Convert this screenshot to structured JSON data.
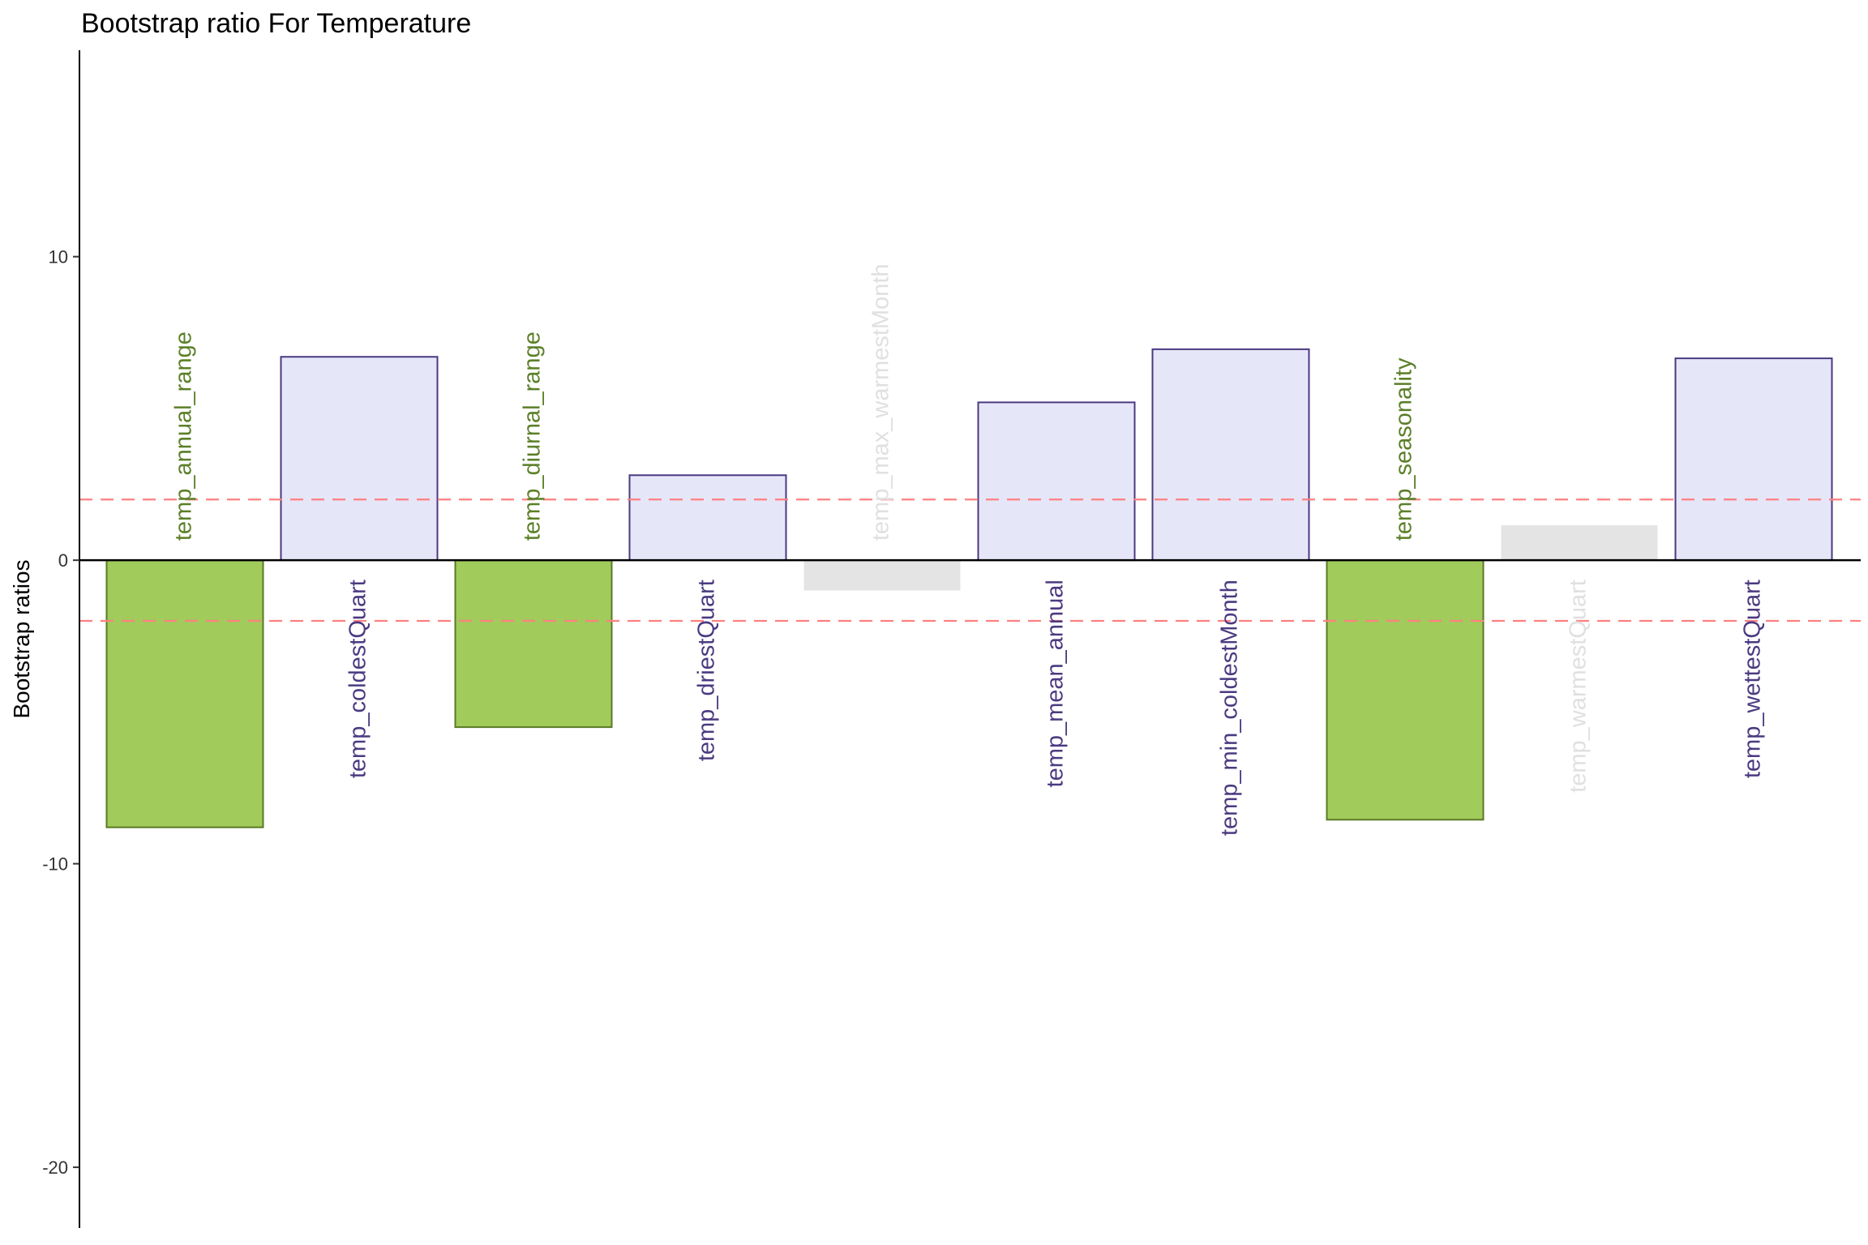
{
  "chart_data": {
    "type": "bar",
    "title": "Bootstrap ratio For Temperature",
    "xlabel": "",
    "ylabel": "Bootstrap ratios",
    "ylim": [
      -22,
      16.8
    ],
    "yticks": [
      10,
      0,
      -10,
      -20
    ],
    "threshold_lines": [
      2,
      -2
    ],
    "threshold_color": "#ff8080",
    "colors": {
      "negative_fill": "#a1cb5b",
      "negative_stroke": "#5a7a26",
      "negative_text": "#5b7f27",
      "positive_fill": "#e6e6f9",
      "positive_stroke": "#4b3a80",
      "positive_text": "#4b3a80",
      "nonsig_fill": "#e4e4e4",
      "nonsig_text": "#e0e0e0"
    },
    "categories": [
      "temp_annual_range",
      "temp_coldestQuart",
      "temp_diurnal_range",
      "temp_driestQuart",
      "temp_max_warmestMonth",
      "temp_mean_annual",
      "temp_min_coldestMonth",
      "temp_seasonality",
      "temp_warmestQuart",
      "temp_wettestQuart"
    ],
    "values": [
      -8.8,
      6.7,
      -5.5,
      2.8,
      -1.0,
      5.2,
      6.95,
      -8.55,
      1.15,
      6.65
    ],
    "significance": [
      "negative",
      "positive",
      "negative",
      "positive",
      "nonsig",
      "positive",
      "positive",
      "negative",
      "nonsig",
      "positive"
    ]
  }
}
